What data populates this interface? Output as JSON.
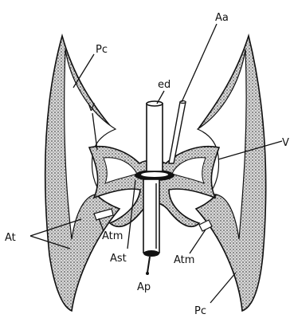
{
  "labels": {
    "pc_top": "Pc",
    "aa": "Aa",
    "ed": "ed",
    "v_left": "V",
    "v_right": "V",
    "at": "At",
    "atm_left": "Atm",
    "ast": "Ast",
    "atm_right": "Atm",
    "ap": "Ap",
    "pc_bottom": "Pc"
  },
  "colors": {
    "ink": "#111111",
    "paper": "#ffffff",
    "shading": "#8a8a8a"
  }
}
